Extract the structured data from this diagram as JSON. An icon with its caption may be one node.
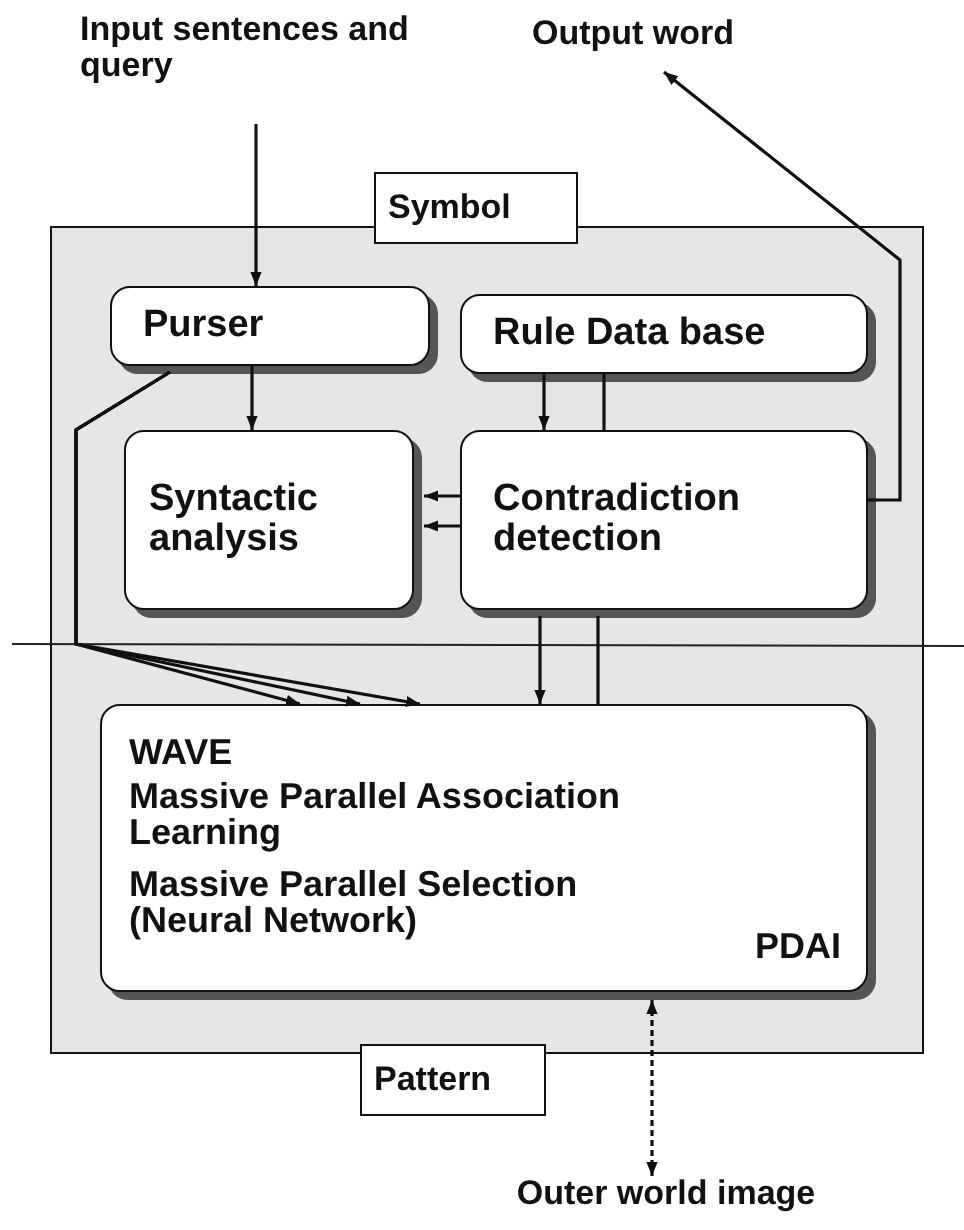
{
  "diagram": {
    "nodes": [
      {
        "text": [
          "Input sentences and query"
        ]
      },
      {
        "text": [
          "Output word"
        ]
      },
      {
        "text": [
          "Symbol"
        ]
      },
      {
        "text": [],
        "shape": "box"
      },
      {
        "text": [
          "Purser"
        ],
        "in": 3
      },
      {
        "text": [
          "Rule Data base"
        ],
        "in": 3
      },
      {
        "text": [
          "Syntactic analysis"
        ],
        "in": 3
      },
      {
        "text": [
          "Contradiction detection"
        ],
        "in": 3
      },
      {
        "text": [
          "WAVE",
          "Massive Parallel Association Learning",
          "Massive Parallel Selection (Neural Network)",
          "PDAI"
        ],
        "in": 3
      },
      {
        "text": [
          "Pattern"
        ]
      },
      {
        "text": [
          "Outer world image"
        ]
      }
    ],
    "edges": [
      {
        "from": 0,
        "to": 4,
        "arrow": "to"
      },
      {
        "from": 7,
        "to": 1,
        "arrow": "to"
      },
      {
        "from": 4,
        "to": 6,
        "arrow": "to"
      },
      {
        "from": 5,
        "to": 7,
        "arrow": "to"
      },
      {
        "from": 5,
        "to": 7,
        "arrow": "none"
      },
      {
        "from": 7,
        "to": 6,
        "arrow": "to"
      },
      {
        "from": 7,
        "to": 6,
        "arrow": "to"
      },
      {
        "from": 4,
        "to": 8,
        "arrow": "to"
      },
      {
        "from": 4,
        "to": 8,
        "arrow": "to"
      },
      {
        "from": 4,
        "to": 8,
        "arrow": "to"
      },
      {
        "from": 7,
        "to": 8,
        "arrow": "to"
      },
      {
        "from": 7,
        "to": 8,
        "arrow": "none"
      },
      {
        "from": 8,
        "to": 10,
        "arrow": "both",
        "style": "dashed"
      }
    ]
  }
}
